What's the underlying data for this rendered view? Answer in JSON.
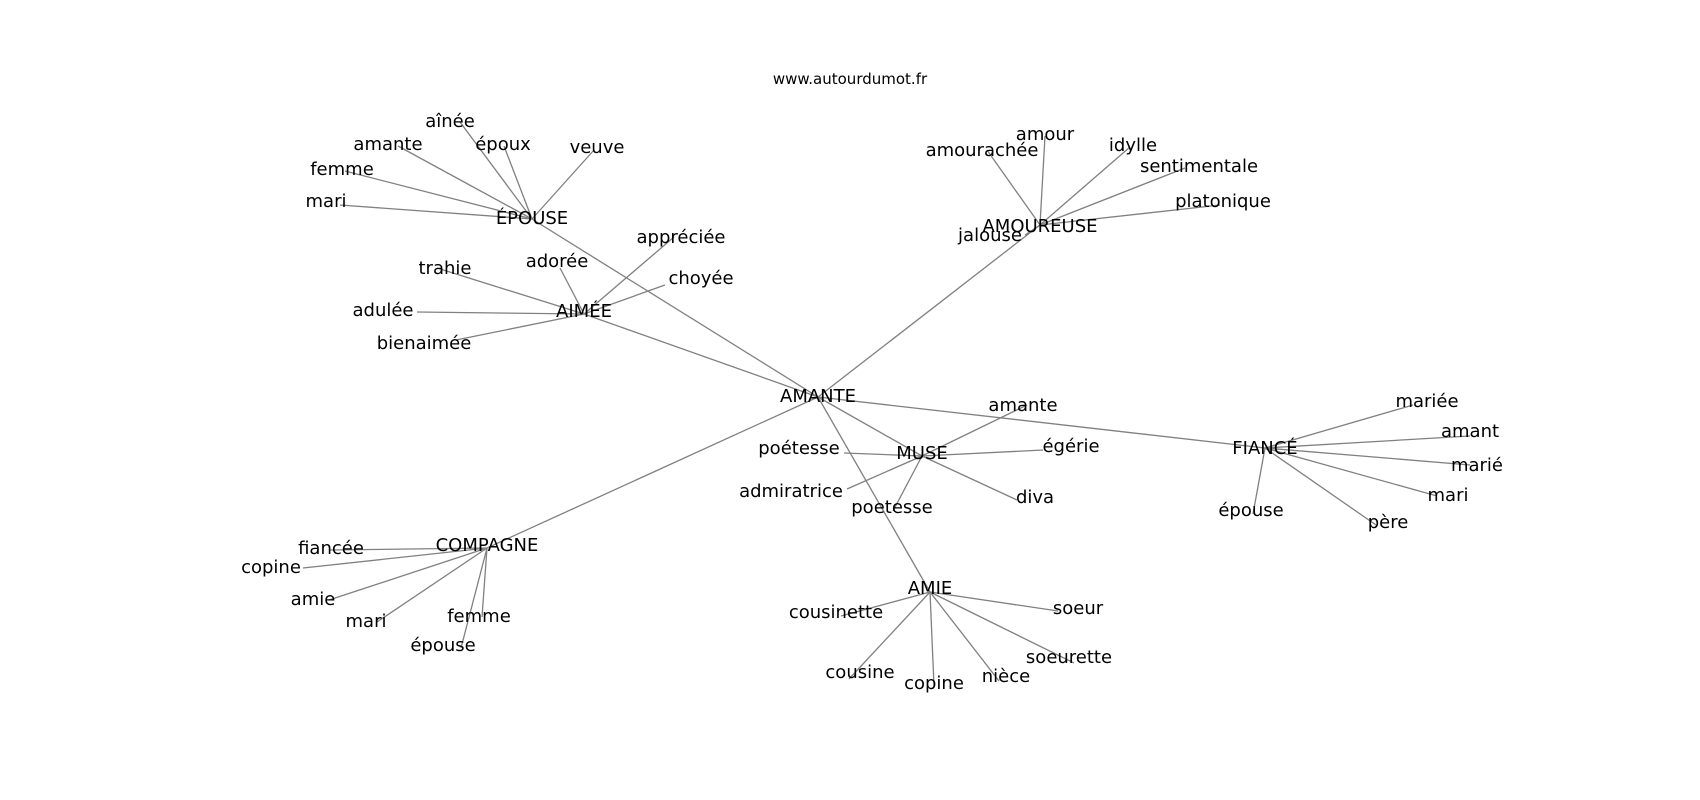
{
  "site_url": "www.autourdumot.fr",
  "colors": {
    "edge": "#808080",
    "text": "#000000",
    "background": "#ffffff"
  },
  "center": {
    "id": "amante",
    "label": "AMANTE"
  },
  "hubs": [
    {
      "id": "epouse",
      "label": "ÉPOUSE",
      "words": [
        "aînée",
        "amante",
        "époux",
        "veuve",
        "femme",
        "mari"
      ]
    },
    {
      "id": "amoureuse",
      "label": "AMOUREUSE",
      "words": [
        "amour",
        "amourachée",
        "idylle",
        "sentimentale",
        "platonique",
        "jalouse"
      ]
    },
    {
      "id": "aimee",
      "label": "AIMÉE",
      "words": [
        "appréciée",
        "adorée",
        "trahie",
        "choyée",
        "adulée",
        "bienaimée"
      ]
    },
    {
      "id": "muse",
      "label": "MUSE",
      "words": [
        "amante",
        "poétesse",
        "égérie",
        "admiratrice",
        "diva",
        "poetesse"
      ]
    },
    {
      "id": "fiance",
      "label": "FIANCÉ",
      "words": [
        "mariée",
        "amant",
        "marié",
        "mari",
        "épouse",
        "père"
      ]
    },
    {
      "id": "compagne",
      "label": "COMPAGNE",
      "words": [
        "fiancée",
        "copine",
        "amie",
        "mari",
        "femme",
        "épouse"
      ]
    },
    {
      "id": "amie",
      "label": "AMIE",
      "words": [
        "cousinette",
        "soeur",
        "soeurette",
        "cousine",
        "copine",
        "nièce"
      ]
    }
  ]
}
